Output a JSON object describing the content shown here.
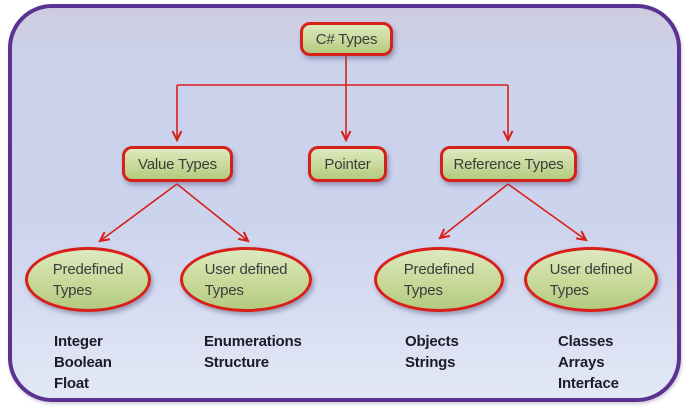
{
  "diagram": {
    "root": {
      "label": "C# Types"
    },
    "branches": [
      {
        "label": "Value Types"
      },
      {
        "label": "Pointer"
      },
      {
        "label": "Reference Types"
      }
    ],
    "leaves": [
      {
        "line1": "Predefined",
        "line2": "Types"
      },
      {
        "line1": "User defined",
        "line2": "Types"
      },
      {
        "line1": "Predefined",
        "line2": "Types"
      },
      {
        "line1": "User defined",
        "line2": "Types"
      }
    ],
    "lists": [
      {
        "items": [
          "Integer",
          "Boolean",
          "Float"
        ]
      },
      {
        "items": [
          "Enumerations",
          "Structure"
        ]
      },
      {
        "items": [
          "Objects",
          "Strings"
        ]
      },
      {
        "items": [
          "Classes",
          "Arrays",
          "Interface"
        ]
      }
    ]
  },
  "colors": {
    "accent_red": "#d8201a",
    "border_purple": "#5b3191",
    "node_fill_top": "#dde9bf",
    "node_fill_mid": "#c9da9b",
    "node_fill_bottom": "#b3ca80",
    "canvas_top": "#cfccdf",
    "canvas_mid": "#cbd2ec",
    "canvas_bottom": "#e3e8f6",
    "node_text": "#3c3c3c",
    "list_text": "#1a1d26"
  }
}
